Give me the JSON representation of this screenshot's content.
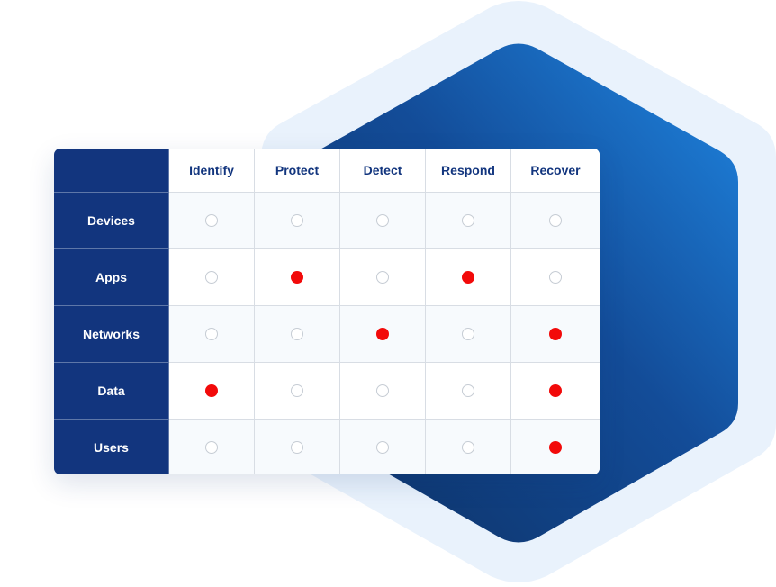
{
  "columns": [
    "Identify",
    "Protect",
    "Detect",
    "Respond",
    "Recover"
  ],
  "rows": [
    {
      "label": "Devices",
      "marks": [
        false,
        false,
        false,
        false,
        false
      ]
    },
    {
      "label": "Apps",
      "marks": [
        false,
        true,
        false,
        true,
        false
      ]
    },
    {
      "label": "Networks",
      "marks": [
        false,
        false,
        true,
        false,
        true
      ]
    },
    {
      "label": "Data",
      "marks": [
        true,
        false,
        false,
        false,
        true
      ]
    },
    {
      "label": "Users",
      "marks": [
        false,
        false,
        false,
        false,
        true
      ]
    }
  ],
  "colors": {
    "header_navy": "#12357e",
    "marked": "#f20a0a",
    "unmarked": "#ffffff",
    "hex_light": "#e9f2fc",
    "hex_dark": "#0d3063",
    "hex_bright": "#1f87e3"
  }
}
